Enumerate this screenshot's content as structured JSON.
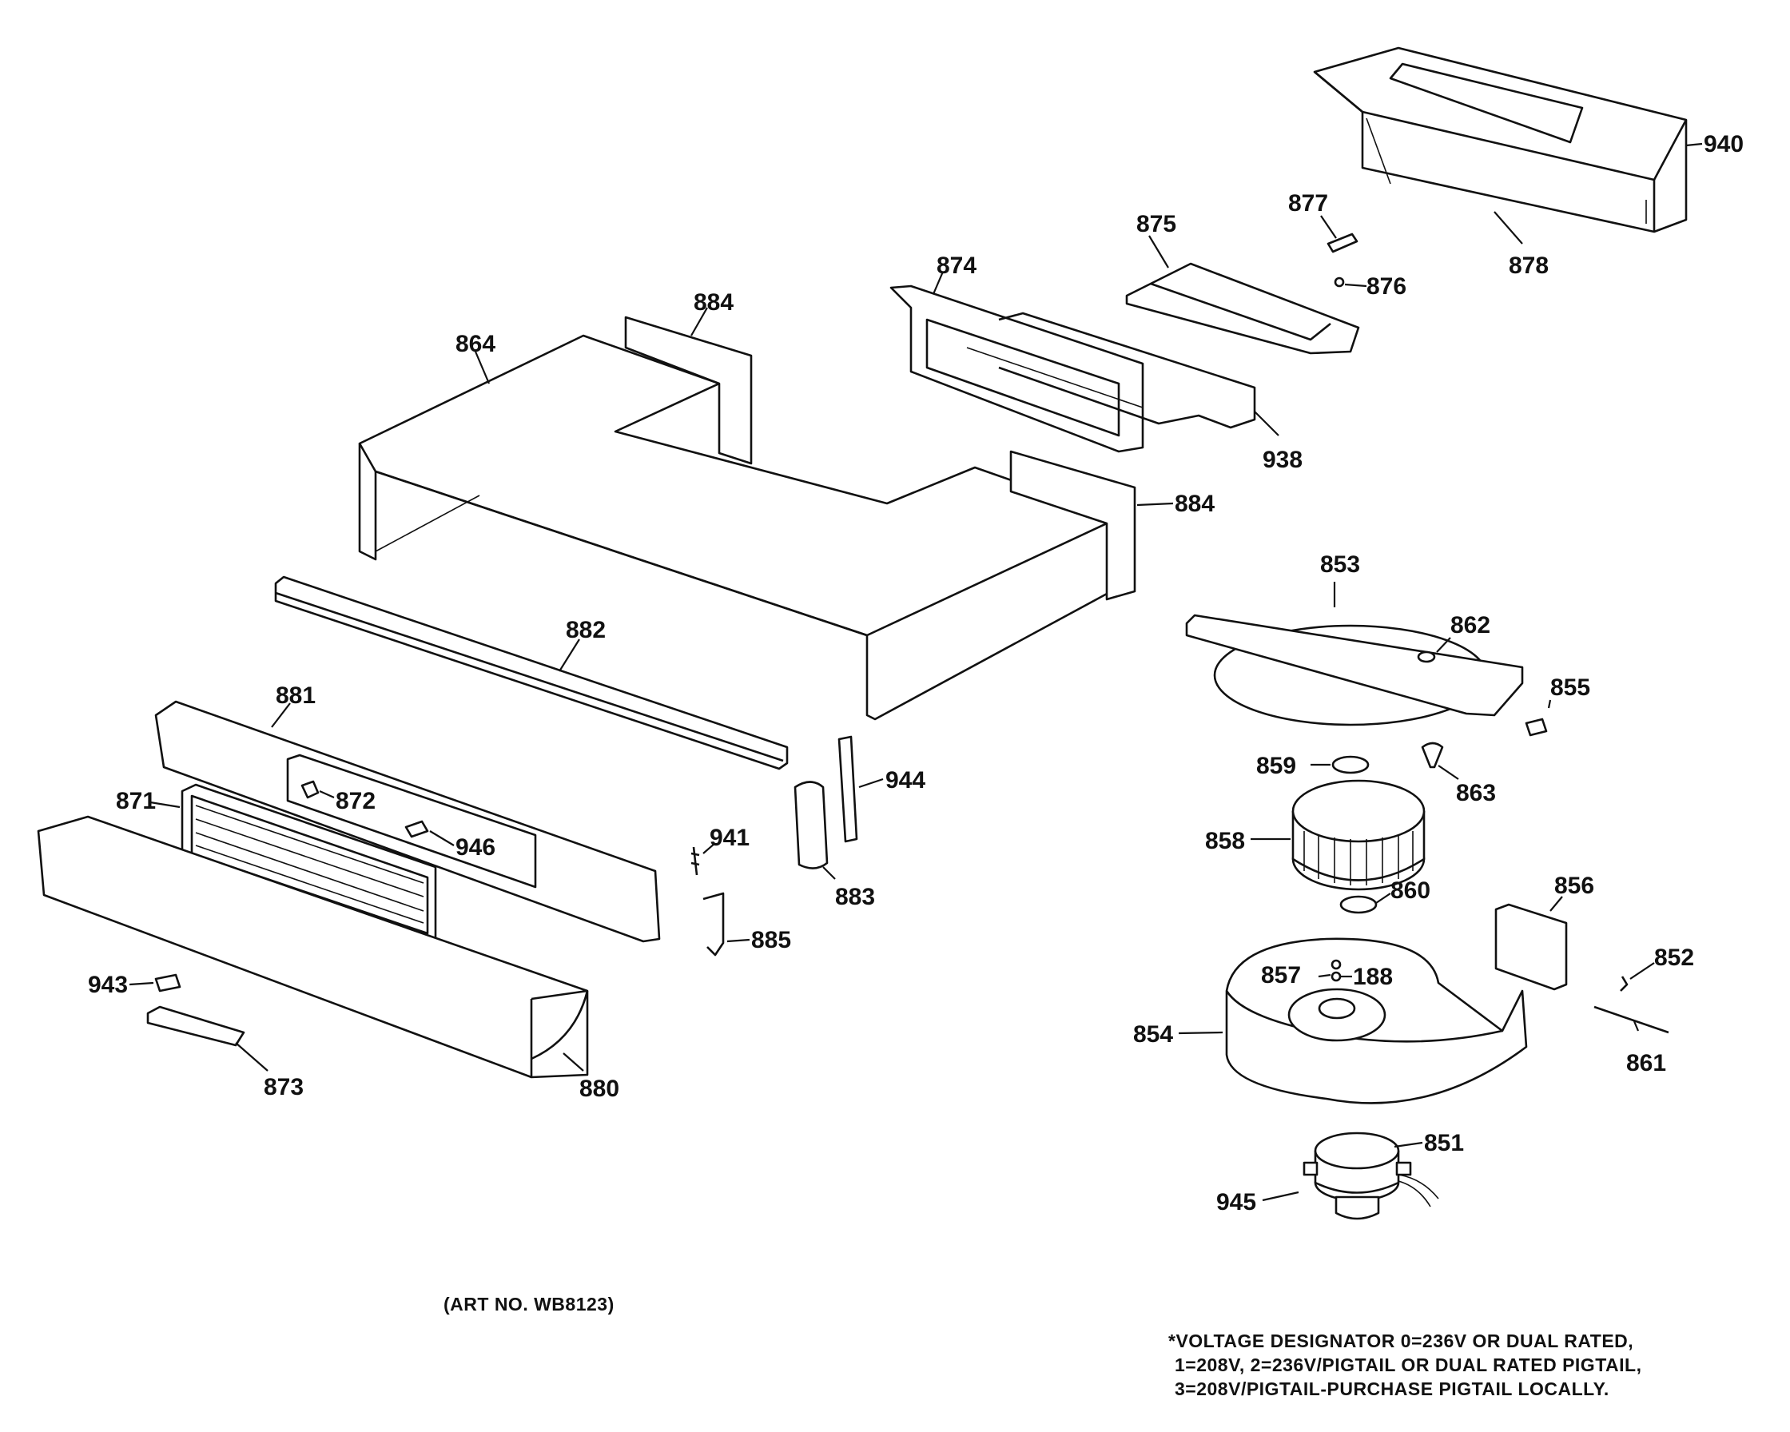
{
  "art_number": "(ART NO. WB8123)",
  "footnote": {
    "line1": "*VOLTAGE DESIGNATOR 0=236V OR DUAL RATED,",
    "line2": "1=208V, 2=236V/PIGTAIL OR DUAL RATED PIGTAIL,",
    "line3": "3=208V/PIGTAIL-PURCHASE PIGTAIL LOCALLY."
  },
  "callouts": {
    "c940": "940",
    "c878": "878",
    "c877": "877",
    "c876": "876",
    "c875": "875",
    "c874": "874",
    "c938": "938",
    "c884a": "884",
    "c864": "864",
    "c884b": "884",
    "c853": "853",
    "c862": "862",
    "c855": "855",
    "c863": "863",
    "c882": "882",
    "c881": "881",
    "c872": "872",
    "c946": "946",
    "c871": "871",
    "c944": "944",
    "c941": "941",
    "c883": "883",
    "c885": "885",
    "c859": "859",
    "c858": "858",
    "c860": "860",
    "c856": "856",
    "c857": "857",
    "c188": "188",
    "c852": "852",
    "c854": "854",
    "c861": "861",
    "c851": "851",
    "c945": "945",
    "c943": "943",
    "c873": "873",
    "c880": "880"
  }
}
